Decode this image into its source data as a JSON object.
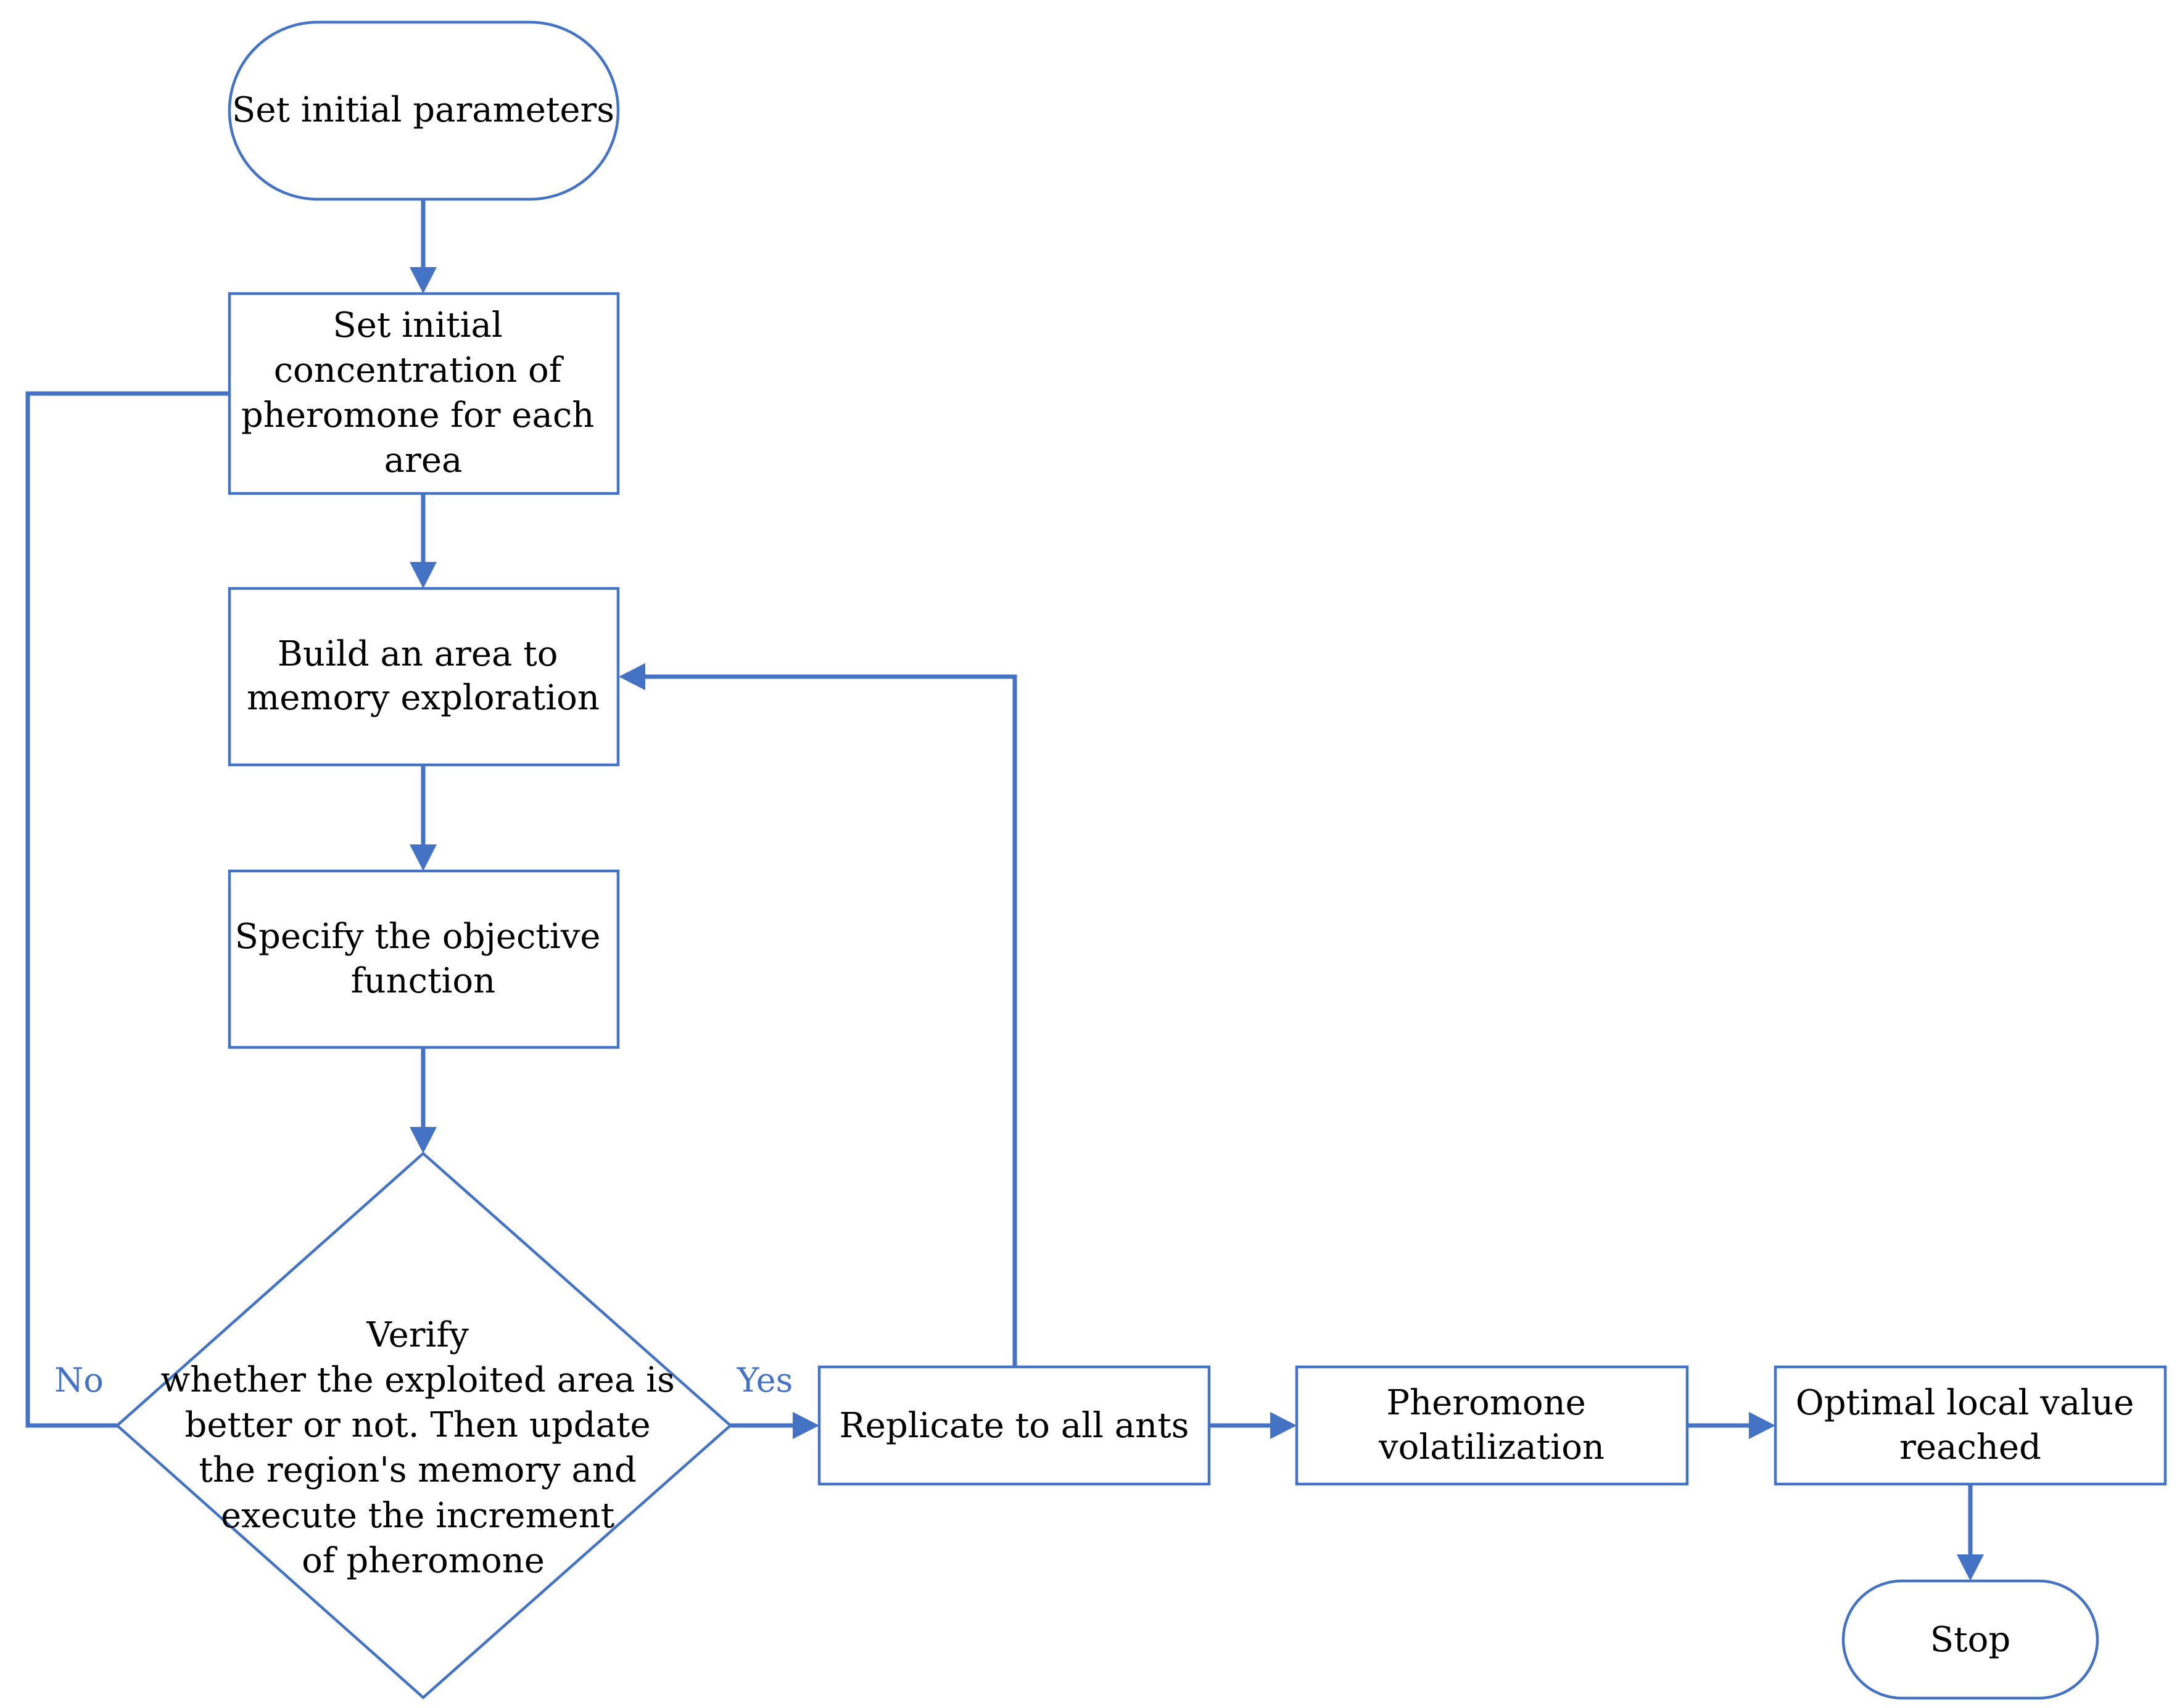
{
  "colors": {
    "stroke": "#4472c4",
    "text": "#000000",
    "label": "#4472c4",
    "background": "#ffffff"
  },
  "nodes": {
    "start": {
      "shape": "terminator",
      "lines": [
        "Set initial parameters"
      ]
    },
    "init_pheromone": {
      "shape": "process",
      "lines": [
        "Set initial",
        "concentration of",
        "pheromone for each",
        "area"
      ]
    },
    "build_area": {
      "shape": "process",
      "lines": [
        "Build an area to",
        "memory exploration"
      ]
    },
    "objective": {
      "shape": "process",
      "lines": [
        "Specify the objective",
        "function"
      ]
    },
    "verify": {
      "shape": "decision",
      "lines": [
        "Verify",
        "whether the exploited area is",
        "better or not. Then update",
        "the region's memory and",
        "execute the increment",
        "of pheromone"
      ]
    },
    "replicate": {
      "shape": "process",
      "lines": [
        "Replicate to all ants"
      ]
    },
    "volatilization": {
      "shape": "process",
      "lines": [
        "Pheromone",
        "volatilization"
      ]
    },
    "optimal": {
      "shape": "process",
      "lines": [
        "Optimal local value",
        "reached"
      ]
    },
    "stop": {
      "shape": "terminator",
      "lines": [
        "Stop"
      ]
    }
  },
  "edges": [
    {
      "from": "start",
      "to": "init_pheromone",
      "label": ""
    },
    {
      "from": "init_pheromone",
      "to": "build_area",
      "label": ""
    },
    {
      "from": "build_area",
      "to": "objective",
      "label": ""
    },
    {
      "from": "objective",
      "to": "verify",
      "label": ""
    },
    {
      "from": "verify",
      "to": "init_pheromone",
      "label": "No"
    },
    {
      "from": "verify",
      "to": "replicate",
      "label": "Yes"
    },
    {
      "from": "replicate",
      "to": "build_area",
      "label": ""
    },
    {
      "from": "replicate",
      "to": "volatilization",
      "label": ""
    },
    {
      "from": "volatilization",
      "to": "optimal",
      "label": ""
    },
    {
      "from": "optimal",
      "to": "stop",
      "label": ""
    }
  ]
}
